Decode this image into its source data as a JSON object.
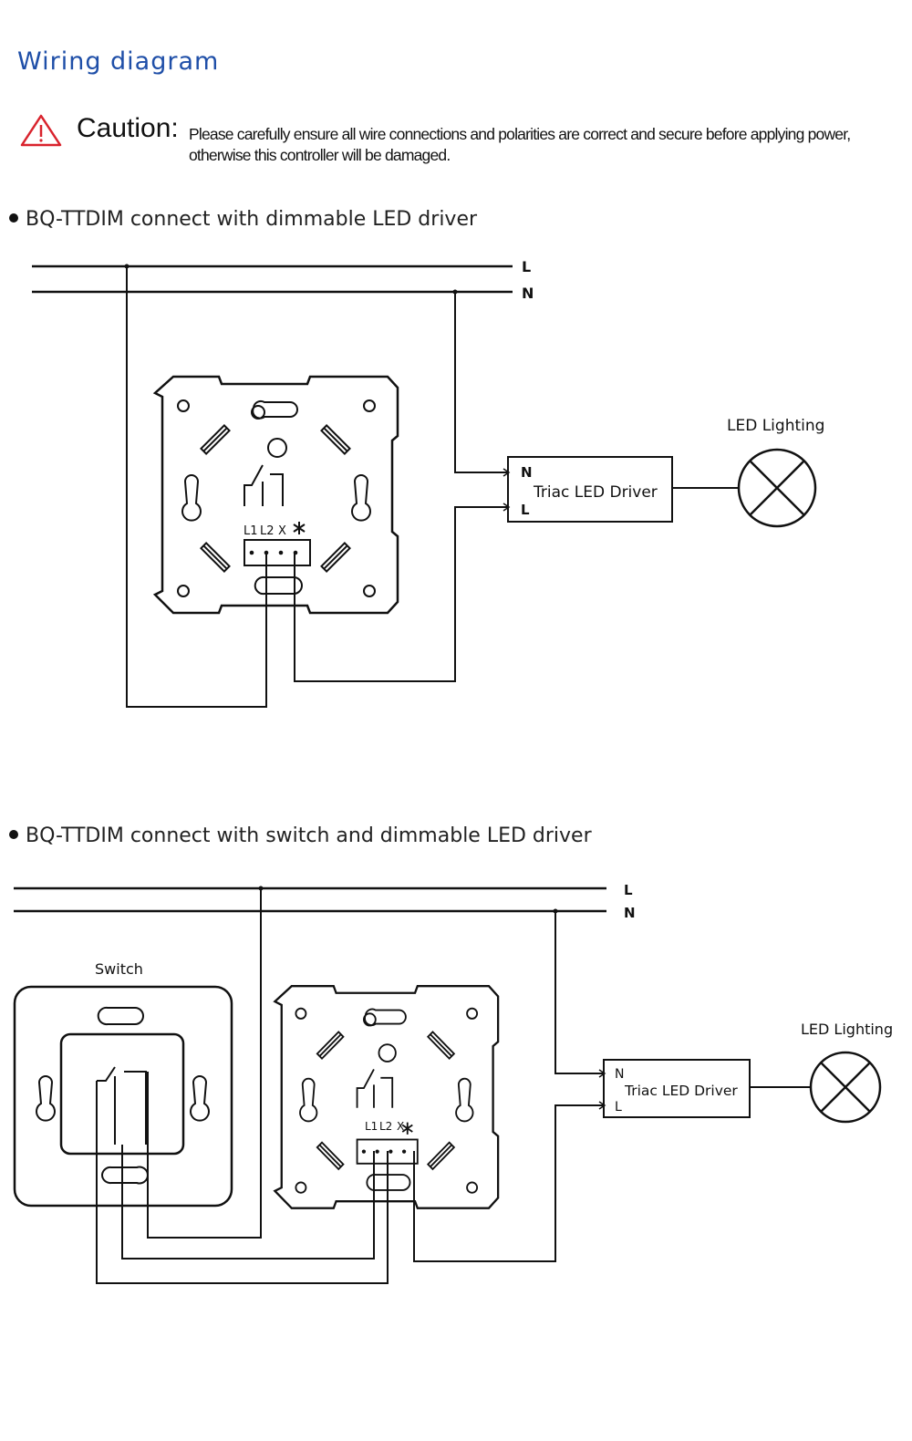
{
  "title": "Wiring diagram",
  "caution": {
    "icon": "warning-triangle-icon",
    "icon_color": "#d9232d",
    "label": "Caution:",
    "text": "Please carefully ensure all wire connections and polarities are correct and secure before applying power, otherwise this controller will be damaged."
  },
  "diagram1": {
    "heading": "BQ-TTDIM connect with dimmable LED driver",
    "line_L": "L",
    "line_N": "N",
    "terminals": {
      "l1": "L1",
      "l2": "L2",
      "x": "X"
    },
    "driver": {
      "label": "Triac LED Driver",
      "n": "N",
      "l": "L"
    },
    "lamp_label": "LED Lighting"
  },
  "diagram2": {
    "heading": "BQ-TTDIM connect with switch and dimmable LED driver",
    "line_L": "L",
    "line_N": "N",
    "switch_label": "Switch",
    "terminals": {
      "l1": "L1",
      "l2": "L2",
      "x": "X"
    },
    "driver": {
      "label": "Triac LED Driver",
      "n": "N",
      "l": "L"
    },
    "lamp_label": "LED Lighting"
  },
  "colors": {
    "title": "#1f4fa8",
    "line": "#111111"
  }
}
